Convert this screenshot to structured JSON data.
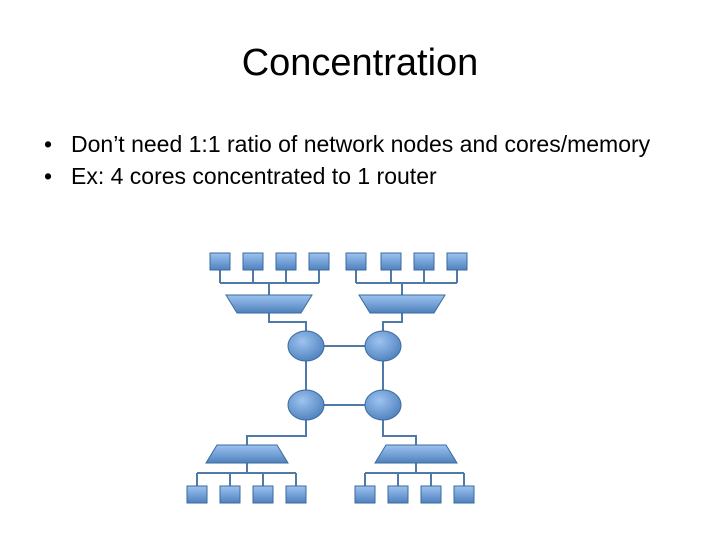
{
  "slide": {
    "title": "Concentration",
    "bullets": [
      {
        "marker": "•",
        "text": "Don’t need 1:1 ratio of network nodes and cores/memory"
      },
      {
        "marker": "•",
        "text": "Ex: 4 cores concentrated to 1 router"
      }
    ]
  },
  "diagram": {
    "colors": {
      "fill_top": "#9dc3f0",
      "fill_bottom": "#4f81bd",
      "stroke": "#3a6a9e",
      "link": "#4f7aa8"
    },
    "cores_per_router": 4,
    "router_count": 4
  }
}
